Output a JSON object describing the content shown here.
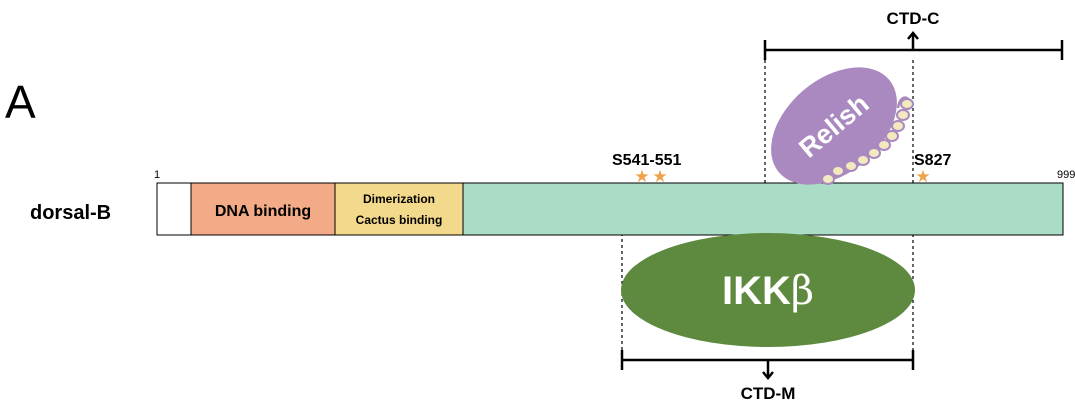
{
  "panel_label": "A",
  "protein": {
    "name": "dorsal-B",
    "start": "1",
    "end": "999",
    "domains": [
      {
        "label": "DNA binding",
        "color": "#f2ab86"
      },
      {
        "label_line1": "Dimerization",
        "label_line2": "Cactus binding",
        "color": "#f3d98b"
      },
      {
        "color": "#a9ddc6"
      }
    ]
  },
  "sites": {
    "s541": {
      "label": "S541-551",
      "star_color": "#f0a24a"
    },
    "s827": {
      "label": "S827",
      "star_color": "#f0a24a"
    }
  },
  "regions": {
    "ctd_c": {
      "label": "CTD-C"
    },
    "ctd_m": {
      "label": "CTD-M"
    }
  },
  "kinases": {
    "relish": {
      "label": "Relish",
      "color": "#a989bf",
      "bead_color": "#f2e9bf"
    },
    "ikk": {
      "label": "IKK",
      "symbol": "β",
      "color": "#5e8a3f"
    }
  }
}
